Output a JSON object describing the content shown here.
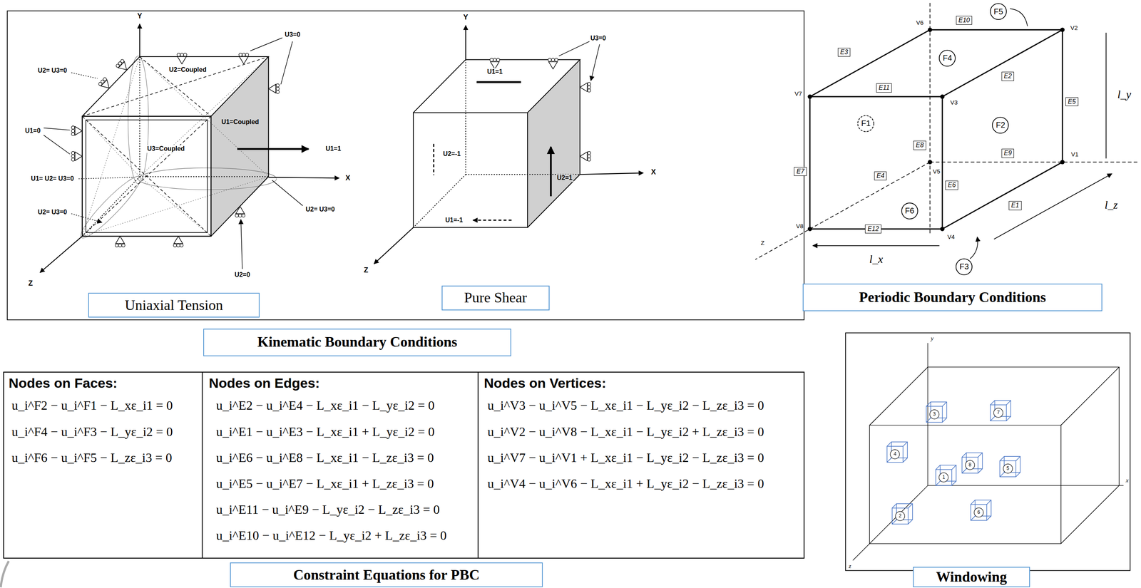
{
  "diagram": {
    "nodes": [
      {
        "text": [
          "Uniaxial Tension"
        ]
      },
      {
        "text": [
          "Pure Shear"
        ]
      },
      {
        "text": [
          "Kinematic Boundary Conditions"
        ]
      },
      {
        "text": [
          "F5"
        ]
      },
      {
        "text": [
          "E10"
        ]
      },
      {
        "text": [
          "E3"
        ]
      },
      {
        "text": [
          "F4"
        ]
      },
      {
        "text": [
          "E2"
        ]
      },
      {
        "text": [
          "E11"
        ]
      },
      {
        "text": [
          "E5"
        ]
      },
      {
        "text": [
          "F1"
        ]
      },
      {
        "text": [
          "F2"
        ]
      },
      {
        "text": [
          "E8"
        ]
      },
      {
        "text": [
          "E9"
        ]
      },
      {
        "text": [
          "E7"
        ]
      },
      {
        "text": [
          "E4"
        ]
      },
      {
        "text": [
          "E6"
        ]
      },
      {
        "text": [
          "F6"
        ]
      },
      {
        "text": [
          "E1"
        ]
      },
      {
        "text": [
          "E12"
        ]
      },
      {
        "text": [
          "F3"
        ]
      },
      {
        "text": [
          "Periodic Boundary Conditions"
        ]
      },
      {
        "text": [
          "3"
        ]
      },
      {
        "text": [
          "7"
        ]
      },
      {
        "text": [
          "4"
        ]
      },
      {
        "text": [
          "8"
        ]
      },
      {
        "text": [
          "1"
        ]
      },
      {
        "text": [
          "5"
        ]
      },
      {
        "text": [
          "2"
        ]
      },
      {
        "text": [
          "6"
        ]
      },
      {
        "text": [
          "Constraint Equations for PBC"
        ]
      },
      {
        "text": [
          "Windowing"
        ]
      }
    ],
    "labels": [
      "Y",
      "U3=0",
      "U2=Coupled",
      "U2= U3=0",
      "U1=Coupled",
      "U1=0",
      "U3=Coupled",
      "U1=1",
      "U1= U2= U3=0",
      "X",
      "U2= U3=0",
      "U2= U3=0",
      "U2=0",
      "Z",
      "Y",
      "U3=0",
      "U1=1",
      "U2=-1",
      "U2=1",
      "X",
      "U1=-1",
      "Z",
      "V6",
      "V2",
      "V7",
      "V3",
      "l_y",
      "V5",
      "V1",
      "V8",
      "V4",
      "l_z",
      "l_x",
      "Z",
      "y",
      "x",
      "z",
      "Nodes on Faces:",
      "u_i^F2 − u_i^F1 − L_xε_i1 = 0",
      "u_i^F4 − u_i^F3 − L_yε_i2 = 0",
      "u_i^F6 − u_i^F5 − L_zε_i3 = 0",
      "Nodes on Edges:",
      "u_i^E2 − u_i^E4 − L_xε_i1 − L_yε_i2 = 0",
      "u_i^E1 − u_i^E3 − L_xε_i1 + L_yε_i2 = 0",
      "u_i^E6 − u_i^E8 − L_xε_i1 − L_zε_i3 = 0",
      "u_i^E5 − u_i^E7 − L_xε_i1 + L_zε_i3 = 0",
      "u_i^E11 − u_i^E9 − L_yε_i2 − L_zε_i3 = 0",
      "u_i^E10 − u_i^E12 − L_yε_i2 + L_zε_i3 = 0",
      "Nodes on Vertices:",
      "u_i^V3 − u_i^V5 − L_xε_i1 − L_yε_i2 − L_zε_i3 = 0",
      "u_i^V2 − u_i^V8 − L_xε_i1 − L_yε_i2 + L_zε_i3 = 0",
      "u_i^V7 − u_i^V1 + L_xε_i1 − L_yε_i2 − L_zε_i3 = 0",
      "u_i^V4 − u_i^V6 − L_xε_i1 + L_yε_i2 − L_zε_i3 = 0"
    ]
  }
}
